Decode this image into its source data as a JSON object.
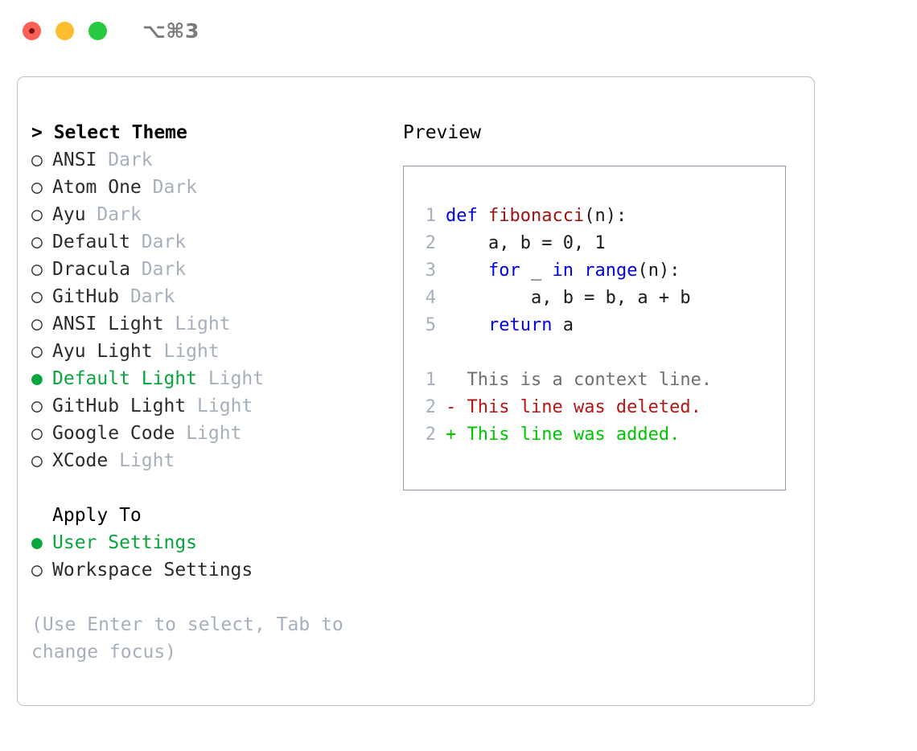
{
  "titlebar": {
    "lights": [
      "close-red",
      "minimize-yellow",
      "maximize-green"
    ],
    "shortcut": "⌥⌘3"
  },
  "theme_panel": {
    "header": "> Select Theme",
    "items": [
      {
        "bullet": "○",
        "label": "ANSI",
        "tag": "Dark",
        "selected": false
      },
      {
        "bullet": "○",
        "label": "Atom One",
        "tag": "Dark",
        "selected": false
      },
      {
        "bullet": "○",
        "label": "Ayu",
        "tag": "Dark",
        "selected": false
      },
      {
        "bullet": "○",
        "label": "Default",
        "tag": "Dark",
        "selected": false
      },
      {
        "bullet": "○",
        "label": "Dracula",
        "tag": "Dark",
        "selected": false
      },
      {
        "bullet": "○",
        "label": "GitHub",
        "tag": "Dark",
        "selected": false
      },
      {
        "bullet": "○",
        "label": "ANSI Light",
        "tag": "Light",
        "selected": false
      },
      {
        "bullet": "○",
        "label": "Ayu Light",
        "tag": "Light",
        "selected": false
      },
      {
        "bullet": "●",
        "label": "Default Light",
        "tag": "Light",
        "selected": true
      },
      {
        "bullet": "○",
        "label": "GitHub Light",
        "tag": "Light",
        "selected": false
      },
      {
        "bullet": "○",
        "label": "Google Code",
        "tag": "Light",
        "selected": false
      },
      {
        "bullet": "○",
        "label": "XCode",
        "tag": "Light",
        "selected": false
      }
    ]
  },
  "apply_to": {
    "header": "Apply To",
    "options": [
      {
        "bullet": "●",
        "label": "User Settings",
        "selected": true
      },
      {
        "bullet": "○",
        "label": "Workspace Settings",
        "selected": false
      }
    ]
  },
  "hint": "(Use Enter to select, Tab to change focus)",
  "preview": {
    "title": "Preview",
    "code_lines": [
      {
        "num": "1",
        "tokens": [
          {
            "text": "def ",
            "style": "kw"
          },
          {
            "text": "fibonacci",
            "style": "fn"
          },
          {
            "text": "(n):",
            "style": "plain"
          }
        ]
      },
      {
        "num": "2",
        "tokens": [
          {
            "text": "    a, b = 0, 1",
            "style": "plain"
          }
        ]
      },
      {
        "num": "3",
        "tokens": [
          {
            "text": "    ",
            "style": "plain"
          },
          {
            "text": "for",
            "style": "kw"
          },
          {
            "text": " _ ",
            "style": "plain"
          },
          {
            "text": "in",
            "style": "kw"
          },
          {
            "text": " ",
            "style": "plain"
          },
          {
            "text": "range",
            "style": "kw"
          },
          {
            "text": "(n):",
            "style": "plain"
          }
        ]
      },
      {
        "num": "4",
        "tokens": [
          {
            "text": "        a, b = b, a + b",
            "style": "plain"
          }
        ]
      },
      {
        "num": "5",
        "tokens": [
          {
            "text": "    ",
            "style": "plain"
          },
          {
            "text": "return",
            "style": "kw"
          },
          {
            "text": " a",
            "style": "plain"
          }
        ]
      }
    ],
    "diff_lines": [
      {
        "num": "1",
        "marker": "  ",
        "text": "This is a context line.",
        "style": "ctx"
      },
      {
        "num": "2",
        "marker": "- ",
        "text": "This line was deleted.",
        "style": "del"
      },
      {
        "num": "2",
        "marker": "+ ",
        "text": "This line was added.",
        "style": "add"
      }
    ]
  },
  "colors": {
    "accent_green": "#07a63c",
    "muted": "#a6b0bd",
    "keyword_blue": "#0000ee",
    "function_red": "#a01010",
    "diff_delete": "#b81414",
    "diff_add": "#00c400",
    "panel_border": "#b9c0c9",
    "preview_border": "#8d9aa9"
  }
}
